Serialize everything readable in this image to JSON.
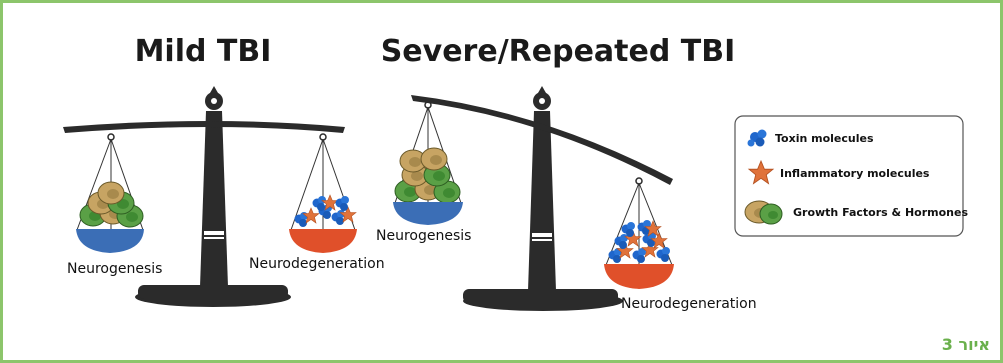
{
  "titles": {
    "mild": "Mild TBI",
    "severe": "Severe/Repeated TBI"
  },
  "labels": {
    "mild_left": "Neurogenesis",
    "mild_right": "Neurodegeneration",
    "severe_left": "Neurogenesis",
    "severe_right": "Neurodegeneration"
  },
  "legend": {
    "items": [
      {
        "label": "Toxin molecules",
        "icon": "toxin-cluster-icon"
      },
      {
        "label": "Inflammatory molecules",
        "icon": "star-icon"
      },
      {
        "label": "Growth Factors & Hormones",
        "icon": "cell-icon"
      }
    ]
  },
  "caption": "איור 3",
  "colors": {
    "border": "#8cc56b",
    "scale": "#2b2b2b",
    "blue_pan": "#3b6eb6",
    "orange_pan": "#e0502a",
    "toxin": "#1f66cc",
    "star": "#e0723a",
    "cell_tan": "#c7a463",
    "cell_green": "#5aa046",
    "caption": "#6ab04c"
  }
}
